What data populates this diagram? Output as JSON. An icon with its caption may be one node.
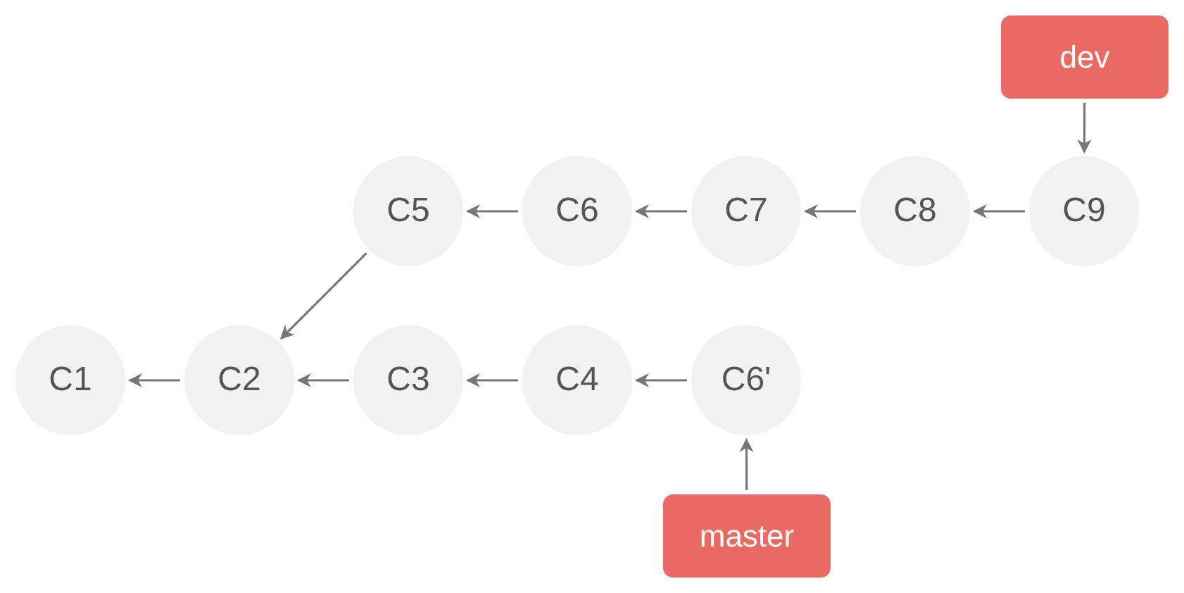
{
  "diagram": {
    "nodes": [
      {
        "text": [
          "dev"
        ]
      },
      {
        "text": [
          "C5"
        ]
      },
      {
        "text": [
          "C6"
        ]
      },
      {
        "text": [
          "C7"
        ]
      },
      {
        "text": [
          "C8"
        ]
      },
      {
        "text": [
          "C9"
        ]
      },
      {
        "text": [
          "C1"
        ]
      },
      {
        "text": [
          "C2"
        ]
      },
      {
        "text": [
          "C3"
        ]
      },
      {
        "text": [
          "C4"
        ]
      },
      {
        "text": [
          "C6'"
        ]
      },
      {
        "text": [
          "master"
        ]
      }
    ],
    "edges": [
      {
        "from": 0,
        "to": 5,
        "arrow": "to"
      },
      {
        "from": 5,
        "to": 4,
        "arrow": "to"
      },
      {
        "from": 4,
        "to": 3,
        "arrow": "to"
      },
      {
        "from": 3,
        "to": 2,
        "arrow": "to"
      },
      {
        "from": 2,
        "to": 1,
        "arrow": "to"
      },
      {
        "from": 1,
        "to": 7,
        "arrow": "to"
      },
      {
        "from": 7,
        "to": 6,
        "arrow": "to"
      },
      {
        "from": 8,
        "to": 7,
        "arrow": "to"
      },
      {
        "from": 9,
        "to": 8,
        "arrow": "to"
      },
      {
        "from": 10,
        "to": 9,
        "arrow": "to"
      },
      {
        "from": 11,
        "to": 10,
        "arrow": "to"
      }
    ]
  }
}
